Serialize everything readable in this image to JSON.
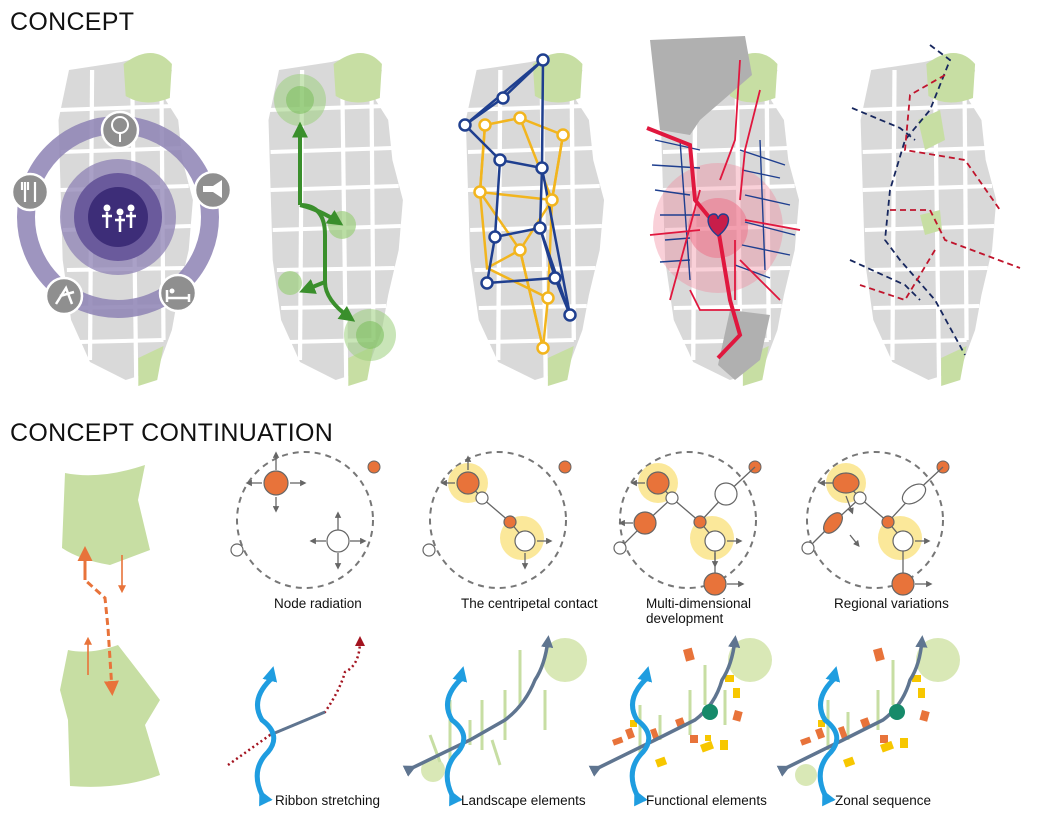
{
  "headings": {
    "concept": "CONCEPT",
    "continuation": "CONCEPT CONTINUATION"
  },
  "captions": {
    "node_radiation": "Node radiation",
    "centripetal": "The centripetal contact",
    "multi_line1": "Multi-dimensional",
    "multi_line2": "development",
    "regional": "Regional variations",
    "ribbon": "Ribbon stretching",
    "landscape": "Landscape elements",
    "functional": "Functional elements",
    "zonal": "Zonal sequence"
  },
  "colors": {
    "block_gray": "#d9d9d9",
    "green_area": "#c7dea3",
    "purple_ring": "#8d82b4",
    "purple_center": "#3d2d78",
    "route_green": "#3a8f2c",
    "network_blue": "#1f3f8f",
    "network_yellow": "#f2b51e",
    "road_red": "#e0173e",
    "dash_red": "#c0142c",
    "dash_navy": "#17275e",
    "node_orange": "#e8733a",
    "halo_yellow": "#fbe89a",
    "ribbon_gray": "#5f7590",
    "water_blue": "#1f9de0"
  },
  "icons": [
    "tree-icon",
    "megaphone-icon",
    "bed-icon",
    "activity-icon",
    "cutlery-icon",
    "people-icon",
    "heart-icon"
  ]
}
